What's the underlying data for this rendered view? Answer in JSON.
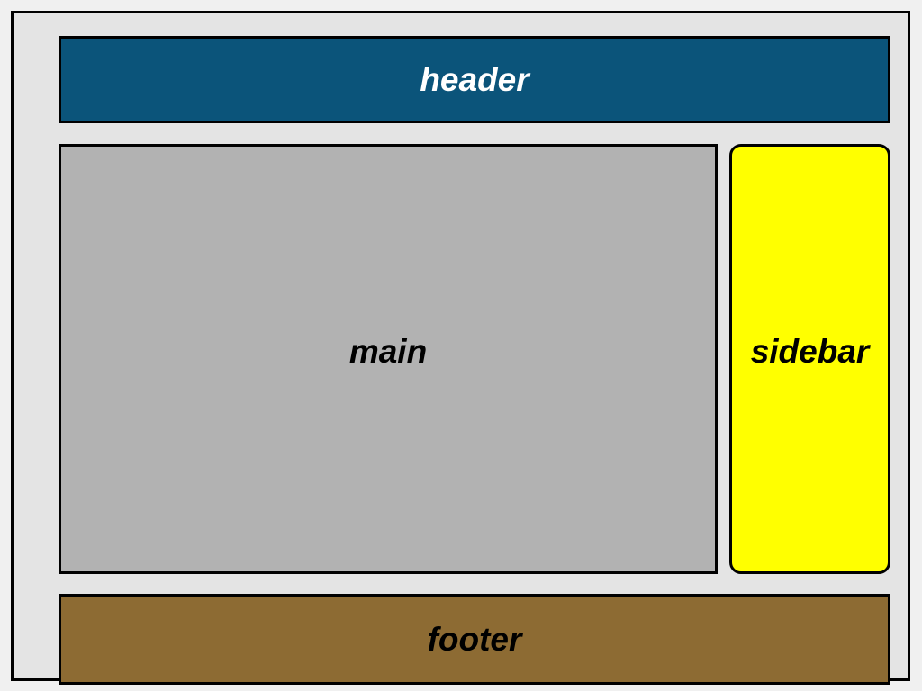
{
  "diagram": {
    "description": "webpage layout structure diagram",
    "colors": {
      "page_surround": "#f0f0f0",
      "container_background": "#e4e4e4",
      "border": "#000000",
      "header_background": "#0b547a",
      "header_text": "#ffffff",
      "main_background": "#b2b2b2",
      "sidebar_background": "#ffff00",
      "footer_background": "#8d6b33",
      "label_text": "#000000"
    },
    "regions": {
      "header": {
        "label": "header"
      },
      "main": {
        "label": "main"
      },
      "sidebar": {
        "label": "sidebar"
      },
      "footer": {
        "label": "footer"
      }
    }
  }
}
